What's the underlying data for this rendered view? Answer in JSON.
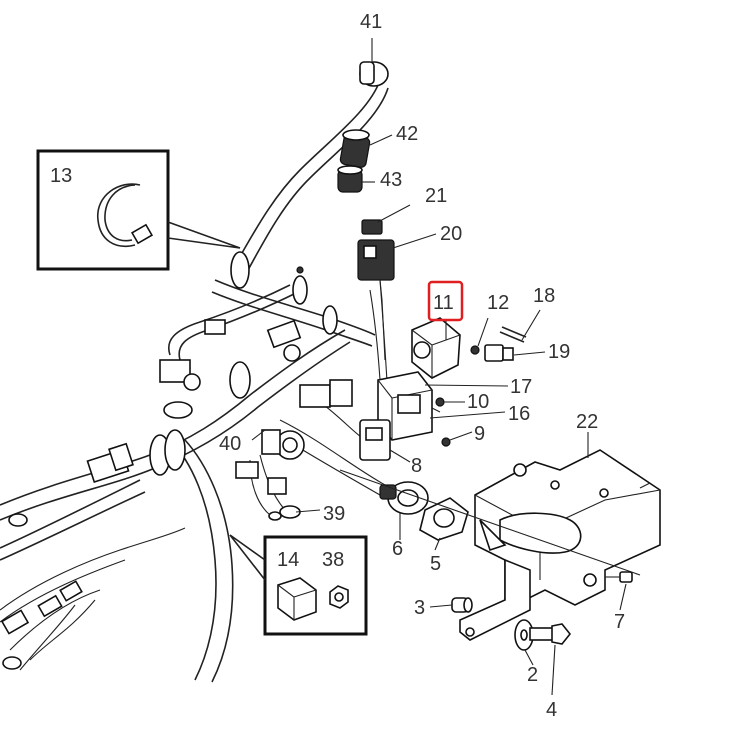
{
  "diagram": {
    "labels": {
      "l41": "41",
      "l42": "42",
      "l43": "43",
      "l13": "13",
      "l21": "21",
      "l20": "20",
      "l11": "11",
      "l12": "12",
      "l18": "18",
      "l19": "19",
      "l17": "17",
      "l10": "10",
      "l16": "16",
      "l9": "9",
      "l8": "8",
      "l22": "22",
      "l40": "40",
      "l39": "39",
      "l14": "14",
      "l38": "38",
      "l6": "6",
      "l5": "5",
      "l3": "3",
      "l7": "7",
      "l2": "2",
      "l4": "4"
    },
    "highlighted_label": "11",
    "highlight_color": "#e02020"
  }
}
